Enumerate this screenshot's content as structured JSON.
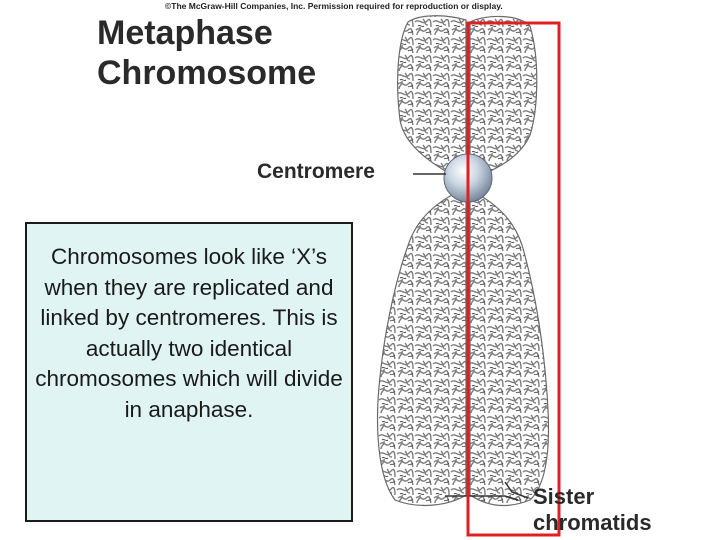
{
  "copyright": "©The McGraw-Hill Companies, Inc. Permission required for reproduction or display.",
  "title": {
    "line1": "Metaphase",
    "line2": "Chromosome"
  },
  "labels": {
    "centromere": "Centromere",
    "sister_line1": "Sister",
    "sister_line2": "chromatids"
  },
  "callout": {
    "text": "Chromosomes look like ‘X’s when they are replicated and linked by centromeres.  This is actually two identical chromosomes which will divide in anaphase."
  },
  "colors": {
    "highlight_box": "#e02020",
    "callout_background": "#e0f5f3",
    "chromatin": "#9a9a9a",
    "centromere_bead": "#b8c8d8"
  }
}
